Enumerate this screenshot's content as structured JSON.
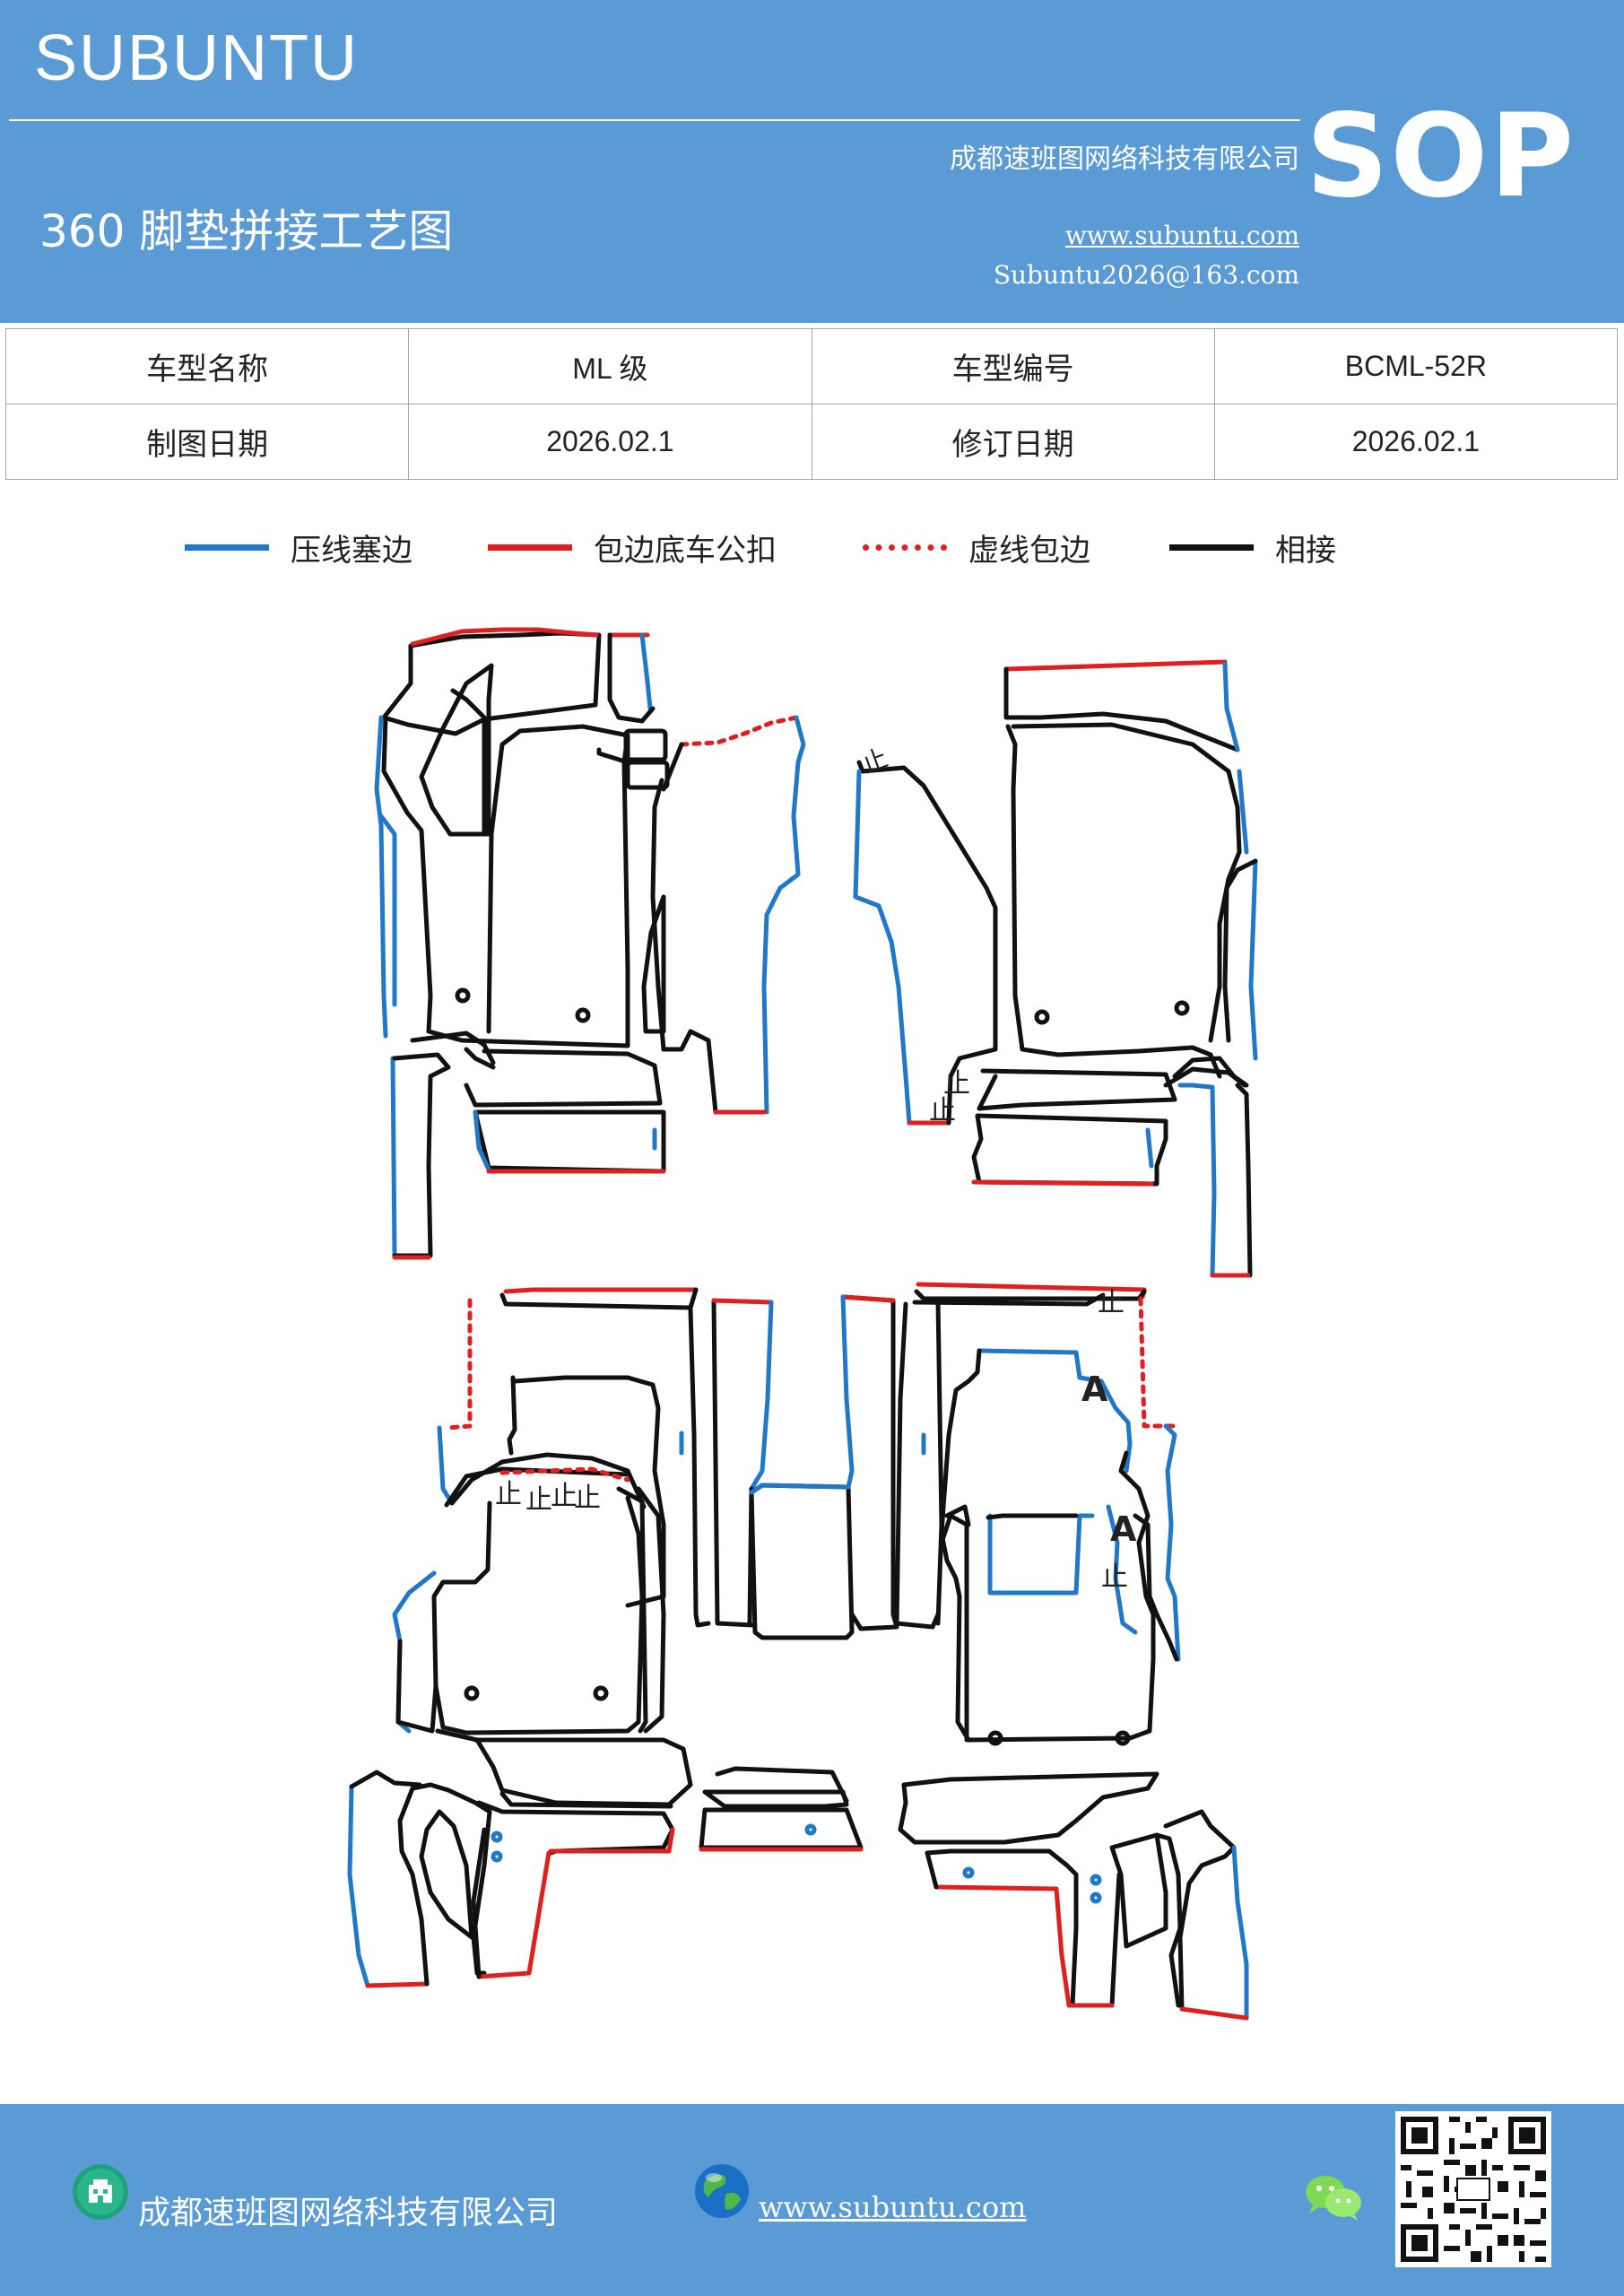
{
  "header": {
    "brand": "SUBUNTU",
    "company": "成都速班图网络科技有限公司",
    "title": "360 脚垫拼接工艺图",
    "website": "www.subuntu.com",
    "email": "Subuntu2026@163.com",
    "badge": "SOP"
  },
  "info": {
    "model_name_label": "车型名称",
    "model_name_value": "ML 级",
    "model_code_label": "车型编号",
    "model_code_value": "BCML-52R",
    "draw_date_label": "制图日期",
    "draw_date_value": "2026.02.1",
    "revise_date_label": "修订日期",
    "revise_date_value": "2026.02.1"
  },
  "legend": {
    "items": [
      {
        "label": "压线塞边",
        "color": "#1f78c8",
        "style": "solid"
      },
      {
        "label": "包边底车公扣",
        "color": "#e02020",
        "style": "solid"
      },
      {
        "label": "虚线包边",
        "color": "#e02020",
        "style": "dotted"
      },
      {
        "label": "相接",
        "color": "#111111",
        "style": "solid"
      }
    ]
  },
  "drawing": {
    "stop_mark": "止",
    "match_mark": "A"
  },
  "footer": {
    "company": "成都速班图网络科技有限公司",
    "website": "www.subuntu.com"
  },
  "colors": {
    "brand_blue": "#5b9bd5",
    "press_blue": "#1f78c8",
    "edge_red": "#e02020",
    "join_black": "#111111"
  }
}
